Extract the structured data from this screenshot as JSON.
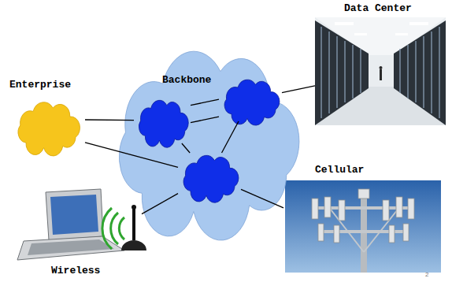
{
  "diagram": {
    "nodes": [
      {
        "text": [
          "Enterprise"
        ]
      },
      {
        "text": [
          "Backbone"
        ]
      },
      {
        "text": [],
        "in": 1
      },
      {
        "text": [],
        "in": 1
      },
      {
        "text": [],
        "in": 1
      },
      {
        "text": [
          "Data Center"
        ]
      },
      {
        "text": [
          "Cellular"
        ]
      },
      {
        "text": [
          "Wireless"
        ]
      }
    ],
    "edges": [
      {
        "from": 0,
        "to": 2,
        "arrow": "none"
      },
      {
        "from": 0,
        "to": 4,
        "arrow": "none"
      },
      {
        "from": 2,
        "to": 3,
        "arrow": "none"
      },
      {
        "from": 2,
        "to": 3,
        "arrow": "none"
      },
      {
        "from": 2,
        "to": 4,
        "arrow": "none"
      },
      {
        "from": 3,
        "to": 4,
        "arrow": "none"
      },
      {
        "from": 3,
        "to": 5,
        "arrow": "none"
      },
      {
        "from": 4,
        "to": 6,
        "arrow": "none"
      },
      {
        "from": 4,
        "to": 7,
        "arrow": "none"
      }
    ],
    "labels": [
      "2"
    ]
  }
}
